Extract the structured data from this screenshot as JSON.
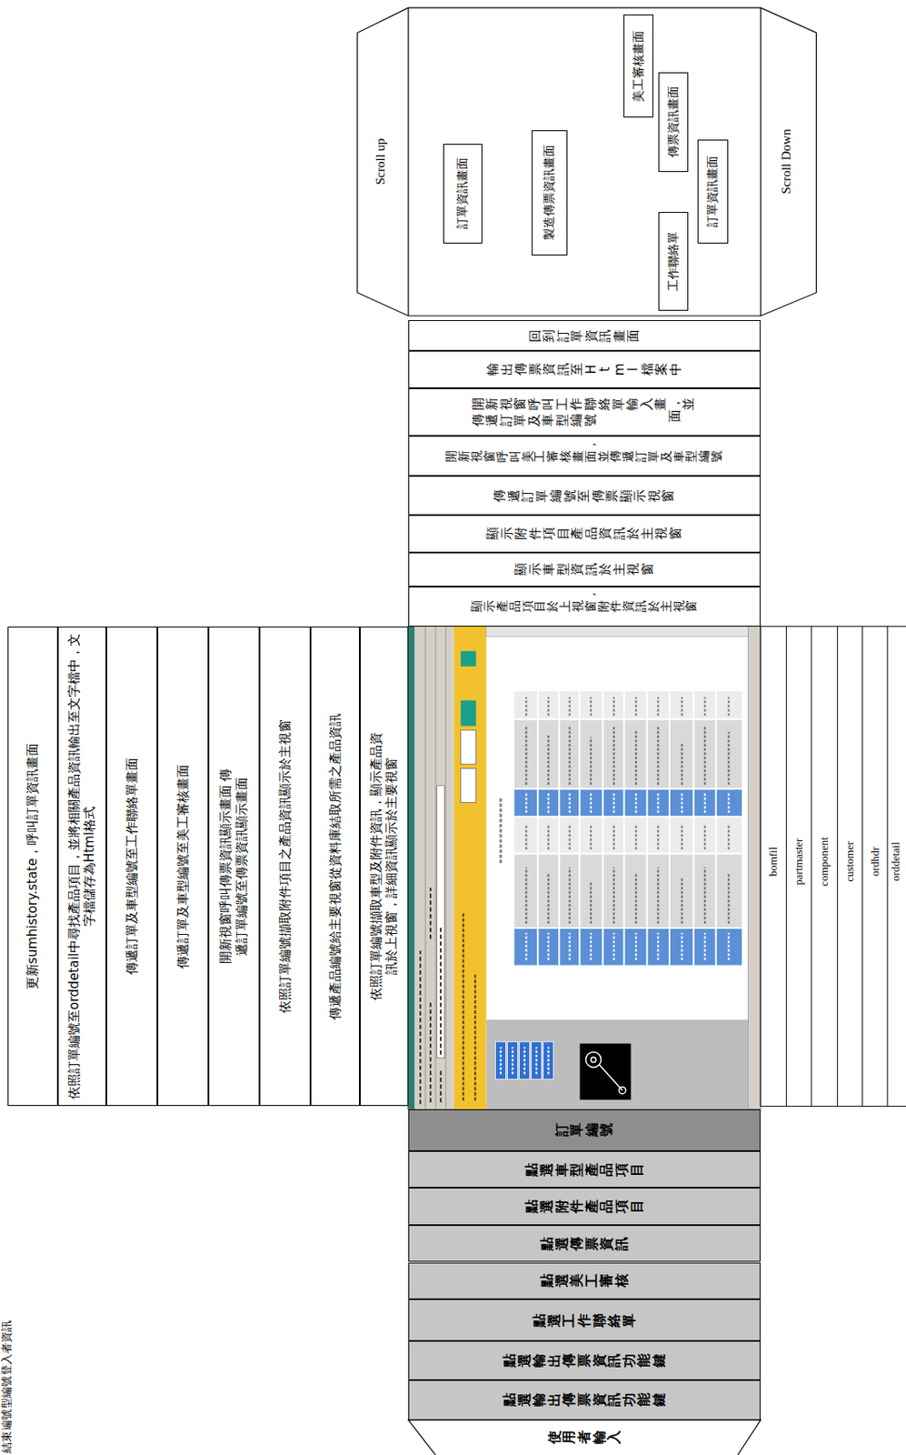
{
  "diagram": {
    "nodes": [
      {
        "text": [
          "Scroll up",
          "Scroll Down"
        ]
      },
      {
        "text": [
          "訂單資訊畫面"
        ],
        "in": 0
      },
      {
        "text": [
          "製造傳票資訊畫面"
        ],
        "in": 0
      },
      {
        "text": [
          "美工審核畫面"
        ],
        "in": 0
      },
      {
        "text": [
          "傳票資訊畫面"
        ],
        "in": 0
      },
      {
        "text": [
          "工作聯絡單"
        ],
        "in": 0
      },
      {
        "text": [
          "訂單資訊畫面"
        ],
        "in": 0
      },
      {
        "text": [
          "回到訂單資訊畫面"
        ]
      },
      {
        "text": [
          "輸出傳票資訊至Html檔案中"
        ]
      },
      {
        "text": [
          "開新視窗呼叫工作聯絡單輸入畫面，並傳遞訂單及車型編號"
        ]
      },
      {
        "text": [
          "開新視窗呼叫美工審核畫面，並傳遞訂單及車型編號"
        ]
      },
      {
        "text": [
          "傳遞訂單編號至傳票顯示視窗"
        ]
      },
      {
        "text": [
          "顯示附件項目產品資訊於主視窗"
        ]
      },
      {
        "text": [
          "顯示車型資訊於主視窗"
        ]
      },
      {
        "text": [
          "顯示產品項目於上視窗，附件資訊於主視窗"
        ]
      },
      {
        "text": [
          "更新sumhistory.state，呼叫訂單資訊畫面"
        ]
      },
      {
        "text": [
          "依照訂單編號至orddetail中尋找產品項目，並將相關產品資訊輸出至文字檔中，文字檔儲存為Html格式"
        ]
      },
      {
        "text": [
          "傳遞訂單及車型編號至工作聯絡單畫面"
        ]
      },
      {
        "text": [
          "傳遞訂單及車型編號至美工審核畫面"
        ]
      },
      {
        "text": [
          "開新視窗呼叫傳票資訊顯示畫面 傳遞訂單編號至傳票資訊顯示畫面"
        ]
      },
      {
        "text": [
          "依照訂單編號擷取附件項目之產品資訊顯示於主視窗"
        ]
      },
      {
        "text": [
          "傳遞產品編號給主要視窗從資料庫結取所需之產品資訊"
        ]
      },
      {
        "text": [
          "依照訂單編號擷取車型及附件資訊，顯示產品資訊於上視窗，詳細資訊顯示於主要視窗"
        ]
      },
      {
        "text": [
          "訂單編號"
        ]
      },
      {
        "text": [
          "點選車型產品項目"
        ]
      },
      {
        "text": [
          "點選附件產品項目"
        ]
      },
      {
        "text": [
          "點選傳票資訊"
        ]
      },
      {
        "text": [
          "點選美工審核"
        ]
      },
      {
        "text": [
          "點選工作聯絡單"
        ]
      },
      {
        "text": [
          "點選輸出傳票資訊功能鍵"
        ]
      },
      {
        "text": [
          "點選輸出傳票資訊功能鍵"
        ]
      },
      {
        "text": [
          "使用者輸入"
        ]
      }
    ],
    "edges": [
      {
        "from": 1,
        "to": 2,
        "label": "傳遞訂單編號及登入者資訊",
        "arrow": "to"
      },
      {
        "from": 2,
        "to": 3,
        "label": "訂單及車型編號",
        "arrow": "to"
      },
      {
        "from": 2,
        "to": 4,
        "label": "訂單編號",
        "arrow": "to"
      },
      {
        "from": 2,
        "to": 5,
        "label": "訂單編號",
        "arrow": "to"
      },
      {
        "from": 2,
        "to": 6,
        "label": "結束",
        "arrow": "to"
      },
      {
        "from": 23,
        "to": 22,
        "arrow": "to"
      },
      {
        "from": 24,
        "to": 21,
        "arrow": "to"
      },
      {
        "from": 25,
        "to": 20,
        "arrow": "to"
      },
      {
        "from": 26,
        "to": 19,
        "arrow": "to"
      },
      {
        "from": 27,
        "to": 18,
        "arrow": "to"
      },
      {
        "from": 28,
        "to": 17,
        "arrow": "to"
      },
      {
        "from": 29,
        "to": 16,
        "arrow": "to"
      },
      {
        "from": 30,
        "to": 15,
        "arrow": "to"
      },
      {
        "from": 22,
        "to": 14,
        "arrow": "to"
      },
      {
        "from": 21,
        "to": 13,
        "arrow": "to"
      },
      {
        "from": 20,
        "to": 12,
        "arrow": "to"
      },
      {
        "from": 19,
        "to": 11,
        "arrow": "to"
      },
      {
        "from": 18,
        "to": 10,
        "arrow": "to"
      },
      {
        "from": 17,
        "to": 9,
        "arrow": "to"
      },
      {
        "from": 16,
        "to": 8,
        "arrow": "to"
      },
      {
        "from": 15,
        "to": 7,
        "arrow": "to"
      }
    ],
    "labels": [
      "bomfil",
      "partmaster",
      "component",
      "customer",
      "ordhdr",
      "orddetail"
    ]
  }
}
